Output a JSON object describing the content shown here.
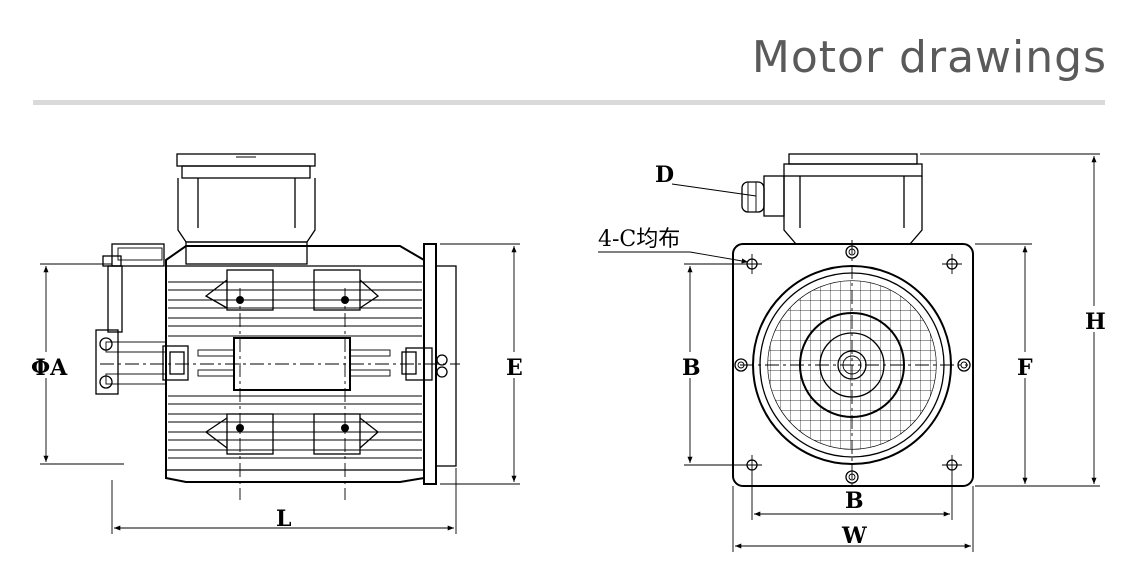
{
  "header": {
    "title": "Motor drawings"
  },
  "side_view": {
    "label_A": "ΦA",
    "label_E": "E",
    "label_L": "L"
  },
  "front_view": {
    "label_D": "D",
    "label_holes": "4-C均布",
    "label_B_left": "B",
    "label_F": "F",
    "label_H": "H",
    "label_B_bottom": "B",
    "label_W": "W"
  },
  "colors": {
    "title": "#5a5a5a",
    "rule": "#d9d9d9",
    "lines": "#000000"
  }
}
